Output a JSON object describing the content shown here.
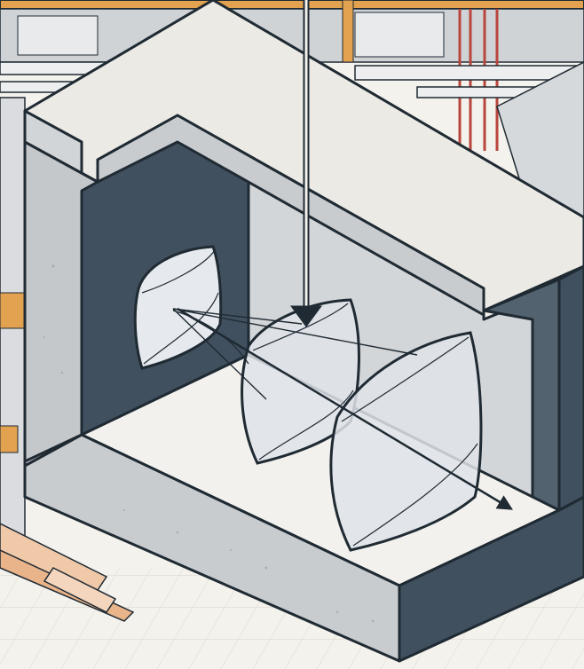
{
  "illustration": {
    "style": "isometric technical cutaway drawing",
    "palette": {
      "paper": "#f4f2ec",
      "concrete_light": "#e6e6e6",
      "concrete_mid": "#c9cccf",
      "concrete_dark": "#40505f",
      "outline": "#1f2a33",
      "pipe_red": "#b8463c",
      "beam_orange": "#e2a24f",
      "lens_fill": "#dfe3e8"
    },
    "labels": [],
    "elements": [
      "background-building-cutaway",
      "concrete-c-shaped-enclosure",
      "entry-aperture",
      "middle-lens",
      "front-lens",
      "incoming-light-ray",
      "outgoing-light-ray"
    ]
  }
}
